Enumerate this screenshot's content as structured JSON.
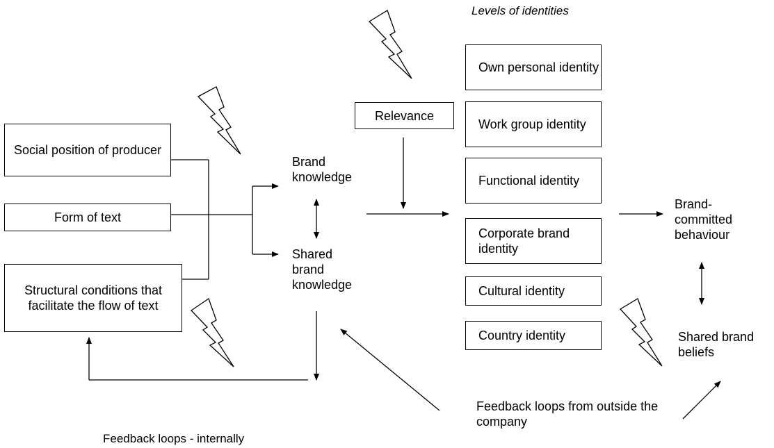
{
  "left_boxes": {
    "social_position": "Social position of producer",
    "form_of_text": "Form of text",
    "structural_conditions": "Structural conditions that facilitate the flow of text"
  },
  "middle": {
    "brand_knowledge": "Brand knowledge",
    "shared_brand_knowledge": "Shared brand knowledge",
    "relevance": "Relevance"
  },
  "identities": {
    "header": "Levels of identities",
    "items": [
      "Own personal identity",
      "Work group identity",
      "Functional identity",
      "Corporate brand identity",
      "Cultural identity",
      "Country identity"
    ]
  },
  "right": {
    "brand_committed_behaviour": "Brand-committed behaviour",
    "shared_brand_beliefs": "Shared brand beliefs"
  },
  "feedback": {
    "internal": "Feedback loops - internally",
    "external": "Feedback loops from outside the company"
  }
}
